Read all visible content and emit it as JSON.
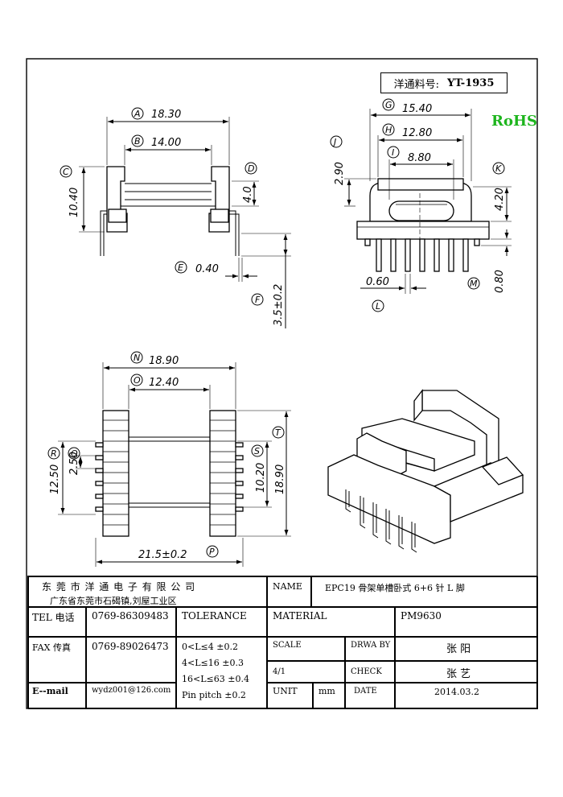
{
  "part_number": {
    "label": "洋通料号:",
    "value": "YT-1935"
  },
  "rohs": "RoHS",
  "dimensions": {
    "A": "18.30",
    "B": "14.00",
    "C": "10.40",
    "D": "4.0",
    "E": "0.40",
    "F": "3.5±0.2",
    "G": "15.40",
    "H": "12.80",
    "I": "8.80",
    "J": "2.90",
    "K": "4.20",
    "L": "0.60",
    "M": "0.80",
    "N": "18.90",
    "O": "12.40",
    "P": "21.5±0.2",
    "Q": "2.50",
    "R": "12.50",
    "S": "10.20",
    "T": "18.90"
  },
  "title_block": {
    "company": "东 莞 市 洋 通 电 子 有 限 公 司",
    "address": "广东省东莞市石碣镇,刘屋工业区",
    "name_label": "NAME",
    "name_value": "EPC19 骨架单槽卧式 6+6 针 L 脚",
    "tel_label": "TEL 电话",
    "tel_value": "0769-86309483",
    "fax_label": "FAX 传真",
    "fax_value": "0769-89026473",
    "email_label": "E--mail",
    "email_value": "wydz001@126.com",
    "tolerance_label": "TOLERANCE",
    "tolerance_rows": [
      "0<L≤4   ±0.2",
      "4<L≤16  ±0.3",
      "16<L≤63  ±0.4",
      "Pin pitch ±0.2"
    ],
    "material_label": "MATERIAL",
    "material_value": "PM9630",
    "scale_label": "SCALE",
    "scale_value": "4/1",
    "drawn_label": "DRWA BY",
    "drawn_value": "张 阳",
    "check_label": "CHECK",
    "check_value": "张 艺",
    "unit_label": "UNIT",
    "unit_value": "mm",
    "date_label": "DATE",
    "date_value": "2014.03.2"
  }
}
